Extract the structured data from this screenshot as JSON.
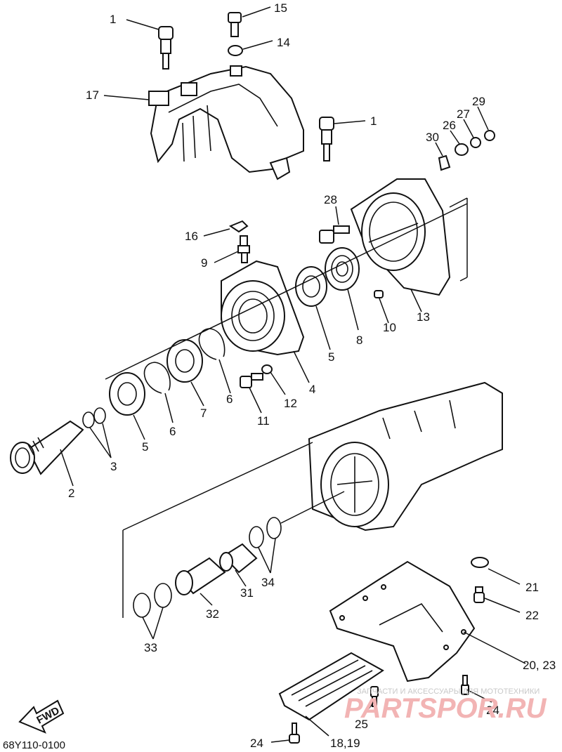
{
  "diagram": {
    "drawing_code": "68Y110-0100",
    "fwd_label": "FWD",
    "callouts": {
      "c1a": "1",
      "c15": "15",
      "c14": "14",
      "c17": "17",
      "c1b": "1",
      "c29": "29",
      "c27": "27",
      "c26": "26",
      "c30": "30",
      "c28": "28",
      "c16": "16",
      "c9": "9",
      "c13": "13",
      "c10": "10",
      "c8": "8",
      "c5a": "5",
      "c4": "4",
      "c12": "12",
      "c6a": "6",
      "c7": "7",
      "c11": "11",
      "c6b": "6",
      "c5b": "5",
      "c3": "3",
      "c2": "2",
      "c21": "21",
      "c22": "22",
      "c34": "34",
      "c31": "31",
      "c32": "32",
      "c33": "33",
      "c20_23": "20, 23",
      "c24a": "24",
      "c25": "25",
      "c24b": "24",
      "c18_19": "18,19"
    }
  },
  "watermark": {
    "top_line": "ЗАПЧАСТИ И АКСЕССУАРЫ ДЛЯ МОТОТЕХНИКИ",
    "brand": "PARTSPOR.RU"
  },
  "colors": {
    "line": "#111111",
    "background": "#ffffff",
    "watermark": "#f2b4b4"
  }
}
